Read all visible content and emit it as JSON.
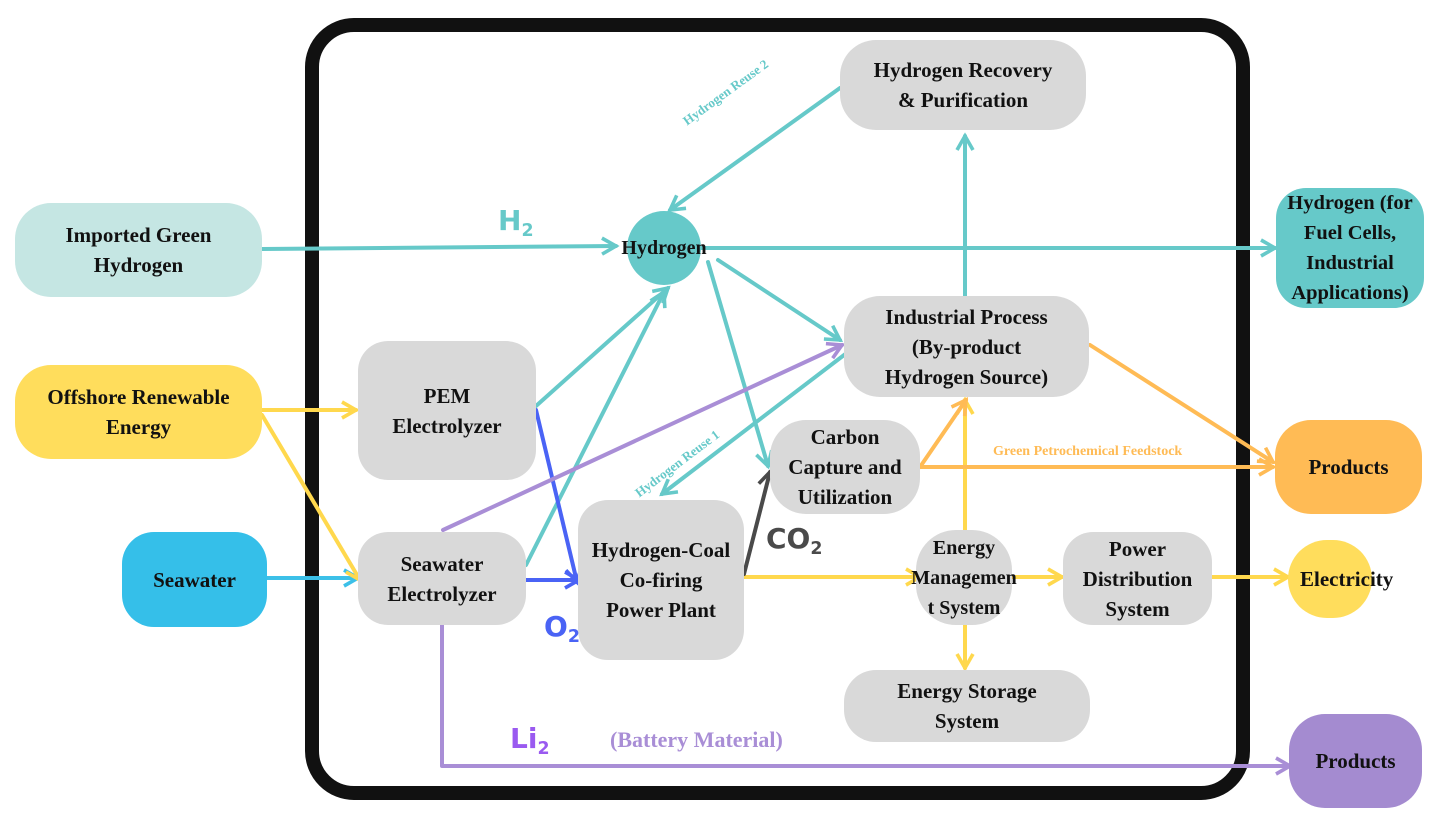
{
  "nodes": {
    "imported_green_hydrogen": "Imported Green\nHydrogen",
    "offshore_renewable_energy": "Offshore Renewable\nEnergy",
    "seawater": "Seawater",
    "pem_electrolyzer": "PEM\nElectrolyzer",
    "seawater_electrolyzer": "Seawater\nElectrolyzer",
    "hydrogen_hub": "Hydrogen",
    "hydrogen_recovery": "Hydrogen Recovery\n& Purification",
    "industrial_process": "Industrial Process\n(By-product\nHydrogen Source)",
    "carbon_capture": "Carbon\nCapture and\nUtilization",
    "cofiring_plant": "Hydrogen-Coal\nCo-firing\nPower Plant",
    "energy_management": "Energy\nManagemen\nt System",
    "power_distribution": "Power\nDistribution\nSystem",
    "energy_storage": "Energy Storage\nSystem",
    "hydrogen_output": "Hydrogen (for\nFuel Cells,\nIndustrial\nApplications)",
    "products_petrochemical": "Products",
    "electricity": "Electricity",
    "products_battery": "Products"
  },
  "labels": {
    "h2": "H",
    "h2_sub": "2",
    "o2": "O",
    "o2_sub": "2",
    "co2": "CO",
    "co2_sub": "2",
    "li2": "Li",
    "li2_sub": "2",
    "hydrogen_reuse_1": "Hydrogen Reuse 1",
    "hydrogen_reuse_2": "Hydrogen Reuse 2",
    "green_petrochemical_feedstock": "Green Petrochemical Feedstock",
    "battery_material": "(Battery Material)"
  },
  "colors": {
    "hydrogen_flow": "#66c9c9",
    "energy_flow": "#ffd84d",
    "seawater_flow": "#3cc0e8",
    "oxygen_flow": "#4a63f5",
    "co2_flow": "#4a4a4a",
    "lithium_flow": "#a98ed6",
    "petrochemical_flow": "#ffbb55",
    "node_gray": "#d9d9d9",
    "imported_hydrogen_fill": "#c5e6e3",
    "renewable_fill": "#ffdd5c",
    "seawater_fill": "#35bfe9",
    "hydrogen_fill": "#66c9c9",
    "products_orange_fill": "#ffbb55",
    "products_purple_fill": "#a48bd0",
    "electricity_fill": "#ffdd5c",
    "boundary": "#111111"
  }
}
